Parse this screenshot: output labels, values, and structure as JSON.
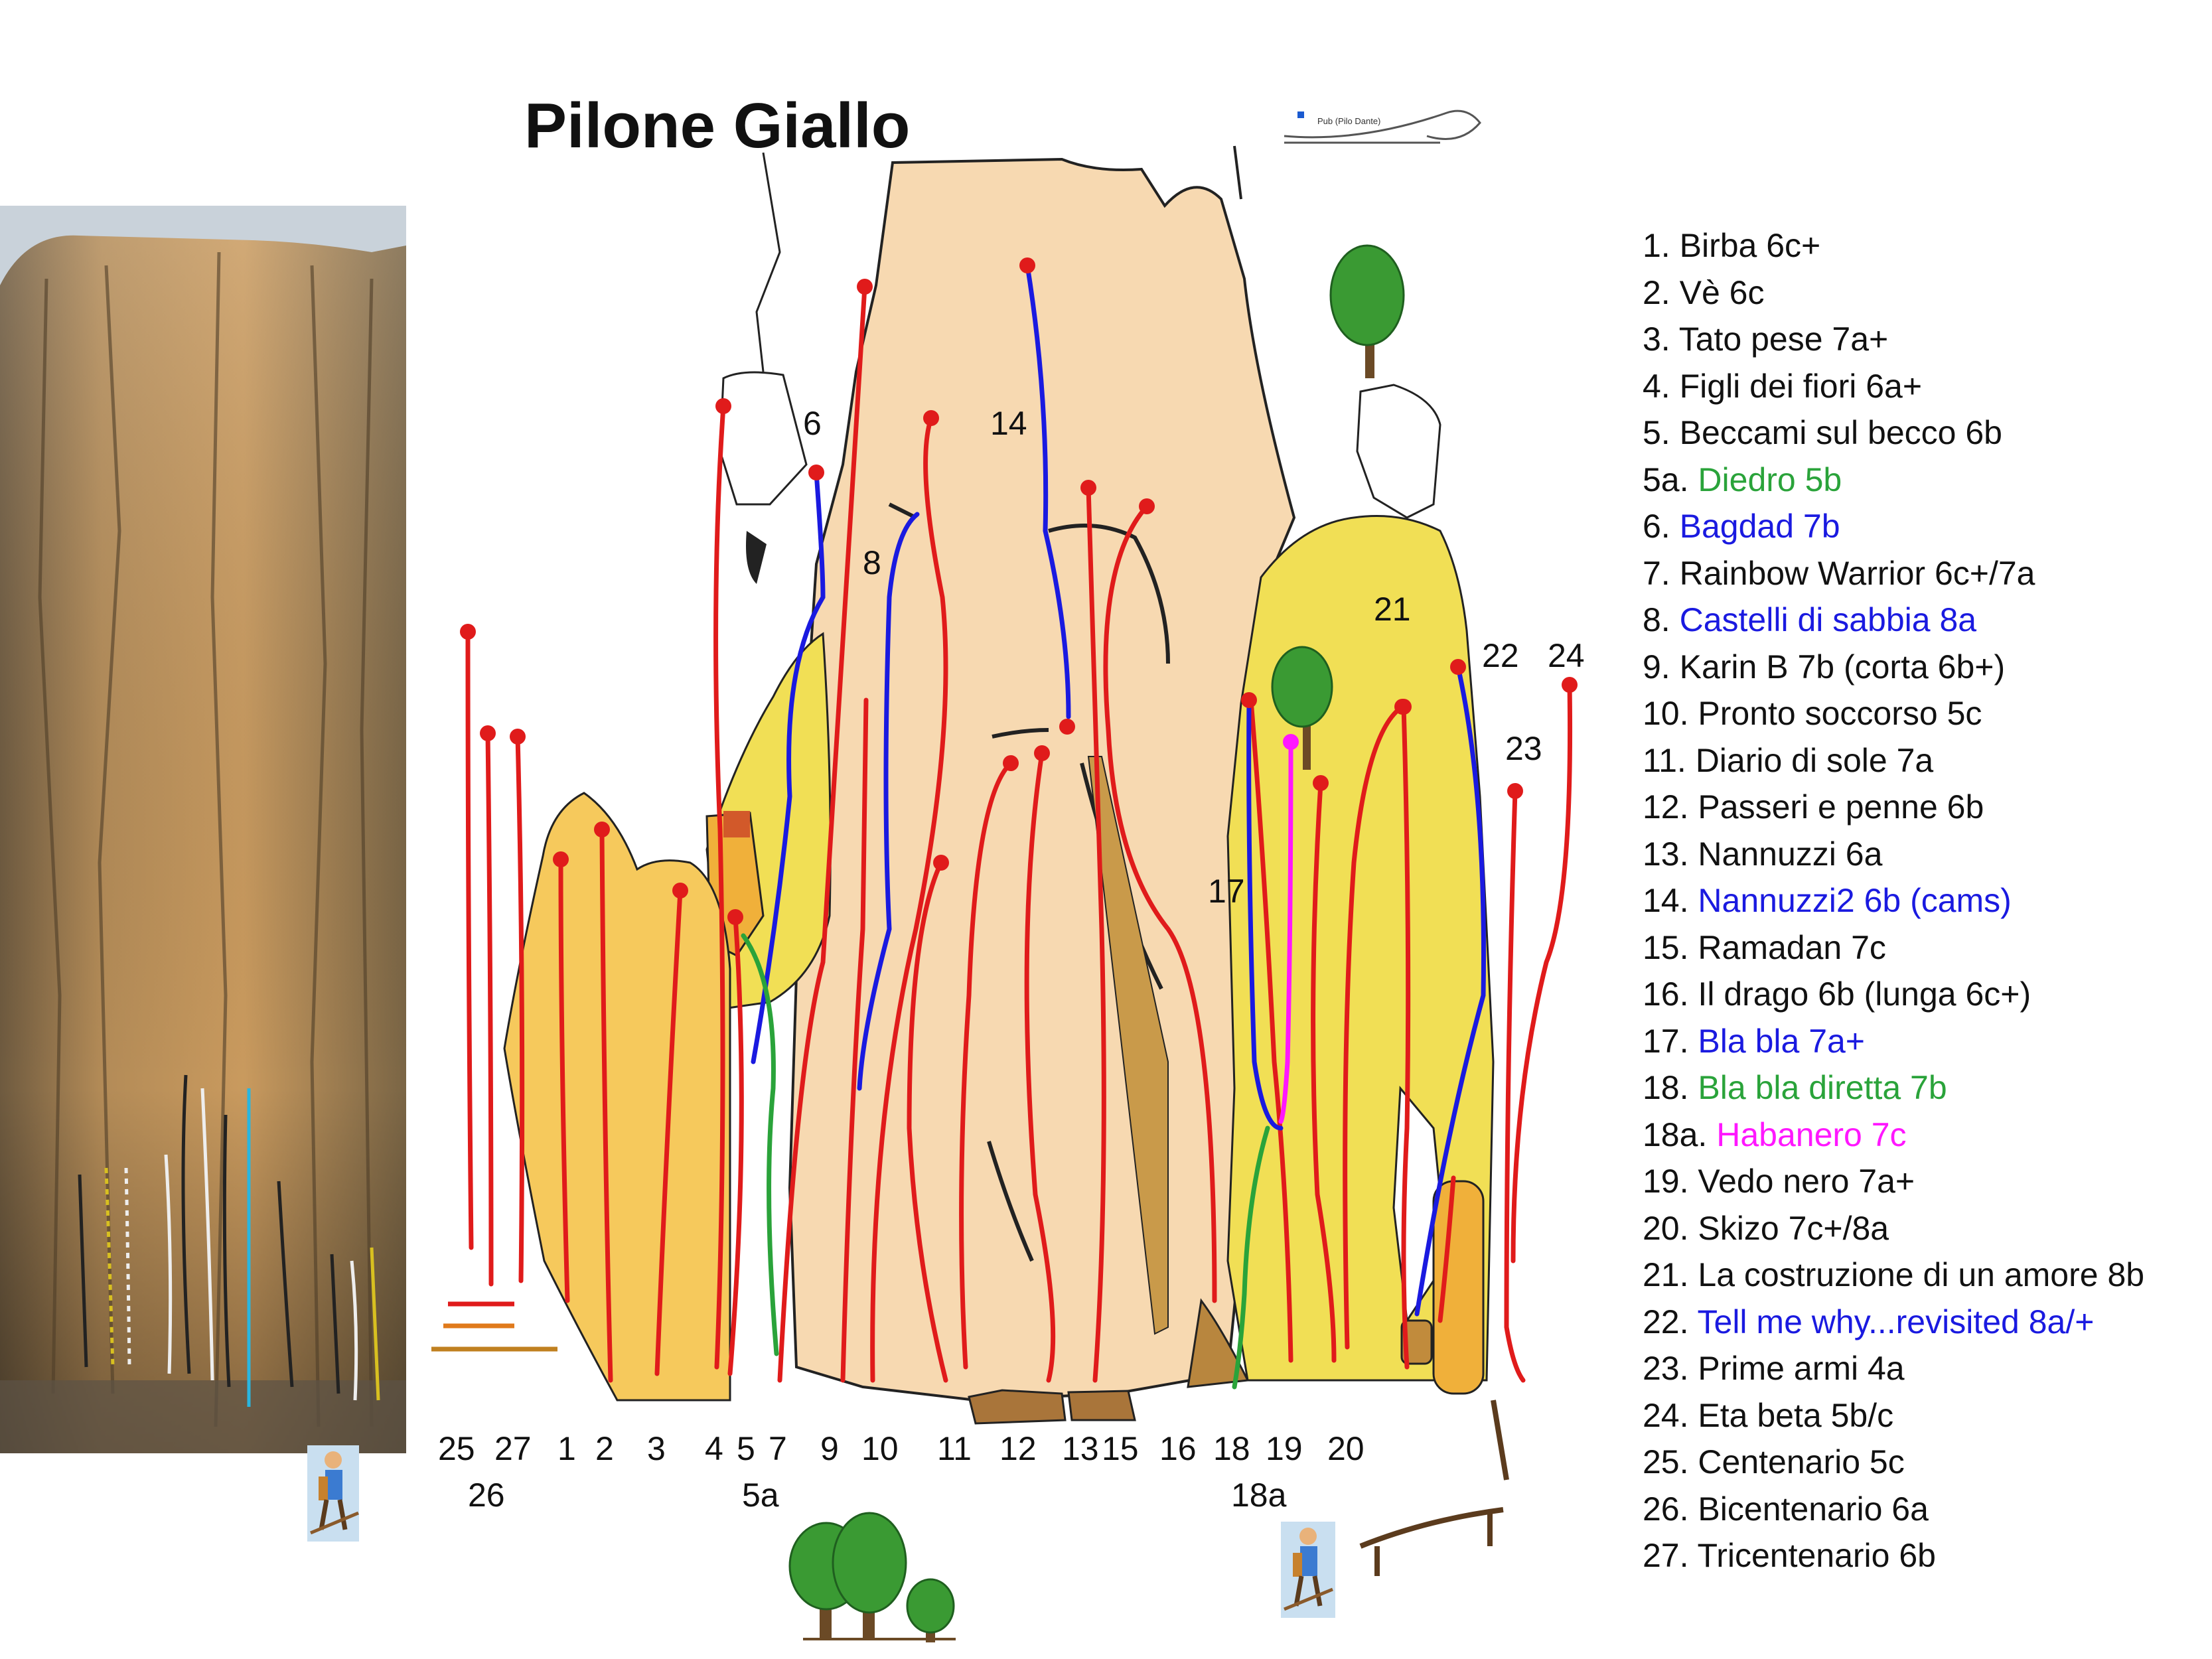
{
  "title": "Pilone Giallo",
  "inset_caption": "Pub (Pilo Dante)",
  "colors": {
    "red": "#e01b1b",
    "blue": "#1a1ae0",
    "green": "#2aa33a",
    "magenta": "#ff17ff",
    "black": "#111111",
    "rock": "#f7d9b1",
    "pillar_yellow": "#f1df55",
    "left_block": "#f6c95c",
    "stone": "#b8863e"
  },
  "routes": [
    {
      "num": "1.",
      "name": "Birba  6c+",
      "color": "#111111"
    },
    {
      "num": "2.",
      "name": "Vè  6c",
      "color": "#111111"
    },
    {
      "num": "3.",
      "name": "Tato pese  7a+",
      "color": "#111111"
    },
    {
      "num": "4.",
      "name": "Figli dei fiori  6a+",
      "color": "#111111"
    },
    {
      "num": "5.",
      "name": "Beccami sul becco 6b",
      "color": "#111111"
    },
    {
      "num": "5a.",
      "name": "Diedro 5b",
      "color": "#2aa33a"
    },
    {
      "num": "6.",
      "name": "Bagdad  7b",
      "color": "#1a1ae0"
    },
    {
      "num": "7.",
      "name": "Rainbow Warrior  6c+/7a",
      "color": "#111111"
    },
    {
      "num": "8.",
      "name": "Castelli di sabbia  8a",
      "color": "#1a1ae0"
    },
    {
      "num": "9.",
      "name": "Karin B  7b (corta 6b+)",
      "color": "#111111"
    },
    {
      "num": "10.",
      "name": "Pronto soccorso  5c",
      "color": "#111111"
    },
    {
      "num": "11.",
      "name": "Diario di sole  7a",
      "color": "#111111"
    },
    {
      "num": "12.",
      "name": "Passeri e penne  6b",
      "color": "#111111"
    },
    {
      "num": "13.",
      "name": "Nannuzzi  6a",
      "color": "#111111"
    },
    {
      "num": "14.",
      "name": "Nannuzzi2  6b (cams)",
      "color": "#1a1ae0"
    },
    {
      "num": "15.",
      "name": "Ramadan  7c",
      "color": "#111111"
    },
    {
      "num": "16.",
      "name": "Il drago  6b (lunga  6c+)",
      "color": "#111111"
    },
    {
      "num": "17.",
      "name": "Bla bla  7a+",
      "color": "#1a1ae0"
    },
    {
      "num": "18.",
      "name": "Bla bla diretta 7b",
      "color": "#2aa33a"
    },
    {
      "num": "18a.",
      "name": "Habanero 7c",
      "color": "#ff17ff"
    },
    {
      "num": "19.",
      "name": "Vedo nero 7a+",
      "color": "#111111"
    },
    {
      "num": "20.",
      "name": "Skizo  7c+/8a",
      "color": "#111111"
    },
    {
      "num": "21.",
      "name": "La costruzione di un amore  8b",
      "color": "#111111"
    },
    {
      "num": "22.",
      "name": "Tell me why...revisited 8a/+",
      "color": "#1a1ae0"
    },
    {
      "num": "23.",
      "name": "Prime armi  4a",
      "color": "#111111"
    },
    {
      "num": "24.",
      "name": "Eta beta 5b/c",
      "color": "#111111"
    },
    {
      "num": "25.",
      "name": "Centenario 5c",
      "color": "#111111"
    },
    {
      "num": "26.",
      "name": "Bicentenario 6a",
      "color": "#111111"
    },
    {
      "num": "27.",
      "name": "Tricentenario 6b",
      "color": "#111111"
    }
  ],
  "bottom_labels": [
    "25",
    "27",
    "1",
    "2",
    "3",
    "4",
    "5",
    "7",
    "9",
    "10",
    "11",
    "12",
    "13",
    "15",
    "16",
    "18",
    "19",
    "20"
  ],
  "bottom_labels_row2": [
    "26",
    "5a",
    "18a"
  ],
  "top_labels": [
    "6",
    "14",
    "8",
    "21",
    "22",
    "24",
    "23",
    "17"
  ]
}
